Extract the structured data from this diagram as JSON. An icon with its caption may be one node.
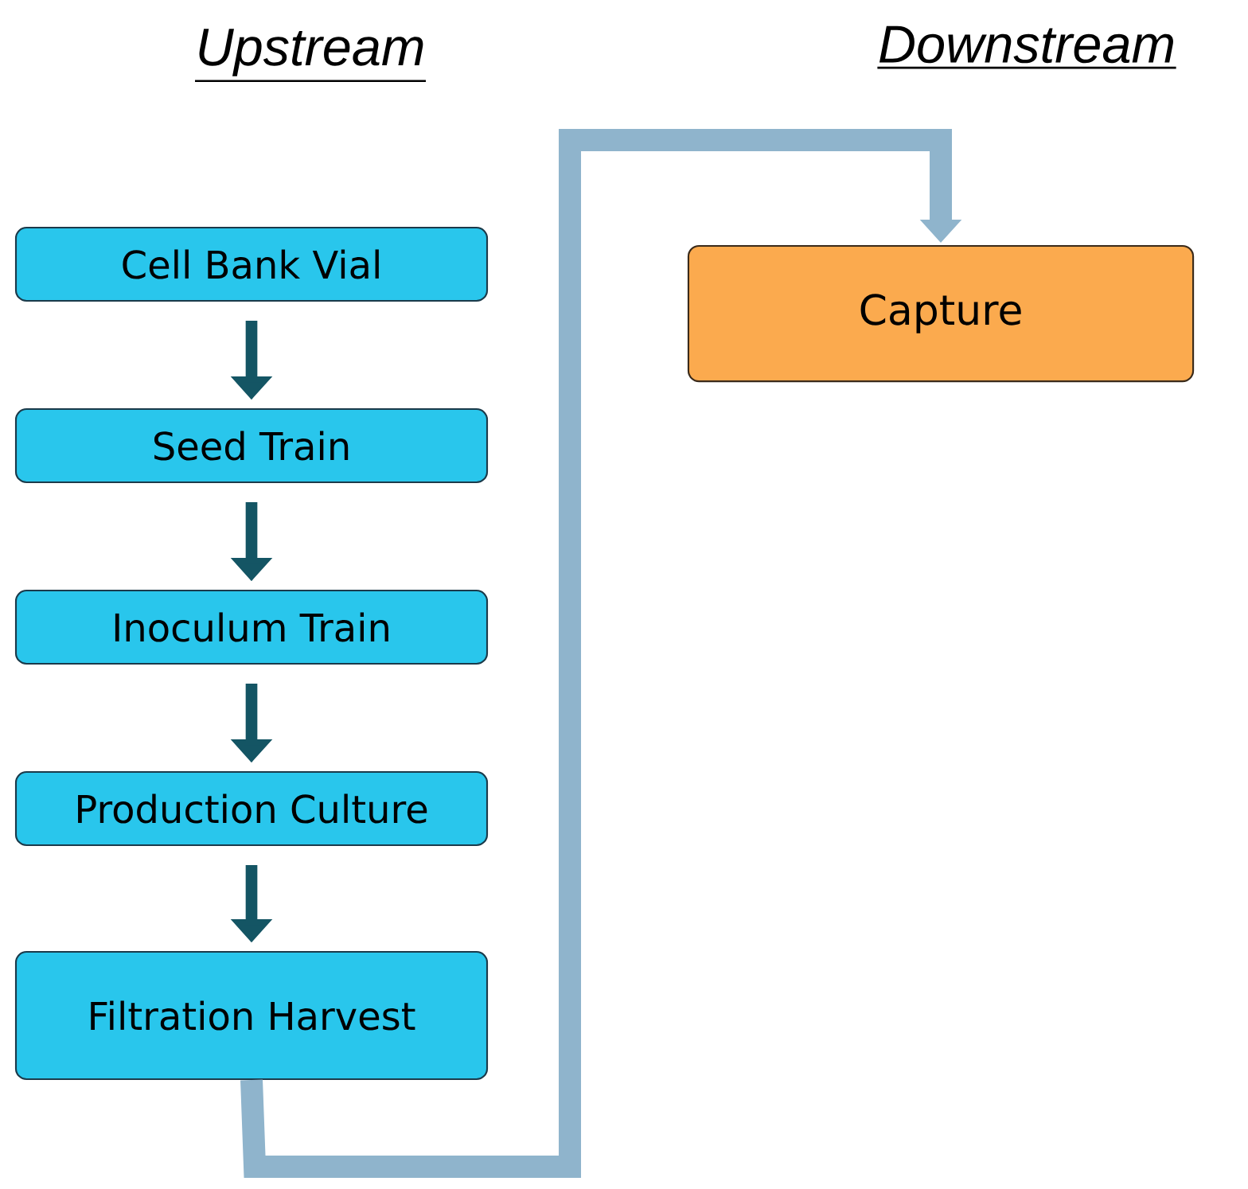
{
  "diagram": {
    "nodes": [
      {
        "text": [
          "Cell Bank Vial"
        ]
      },
      {
        "text": [
          "Seed Train"
        ]
      },
      {
        "text": [
          "Inoculum Train"
        ]
      },
      {
        "text": [
          "Production Culture"
        ]
      },
      {
        "text": [
          "Filtration Harvest"
        ]
      },
      {
        "text": [
          "Capture"
        ]
      }
    ],
    "edges": [
      {
        "from": 0,
        "to": 1,
        "arrow": "to"
      },
      {
        "from": 1,
        "to": 2,
        "arrow": "to"
      },
      {
        "from": 2,
        "to": 3,
        "arrow": "to"
      },
      {
        "from": 3,
        "to": 4,
        "arrow": "to"
      },
      {
        "from": 4,
        "to": 5,
        "arrow": "to",
        "style": "thick",
        "color": "#8fb4cc"
      }
    ],
    "labels": [
      "Upstream",
      "Downstream"
    ]
  }
}
